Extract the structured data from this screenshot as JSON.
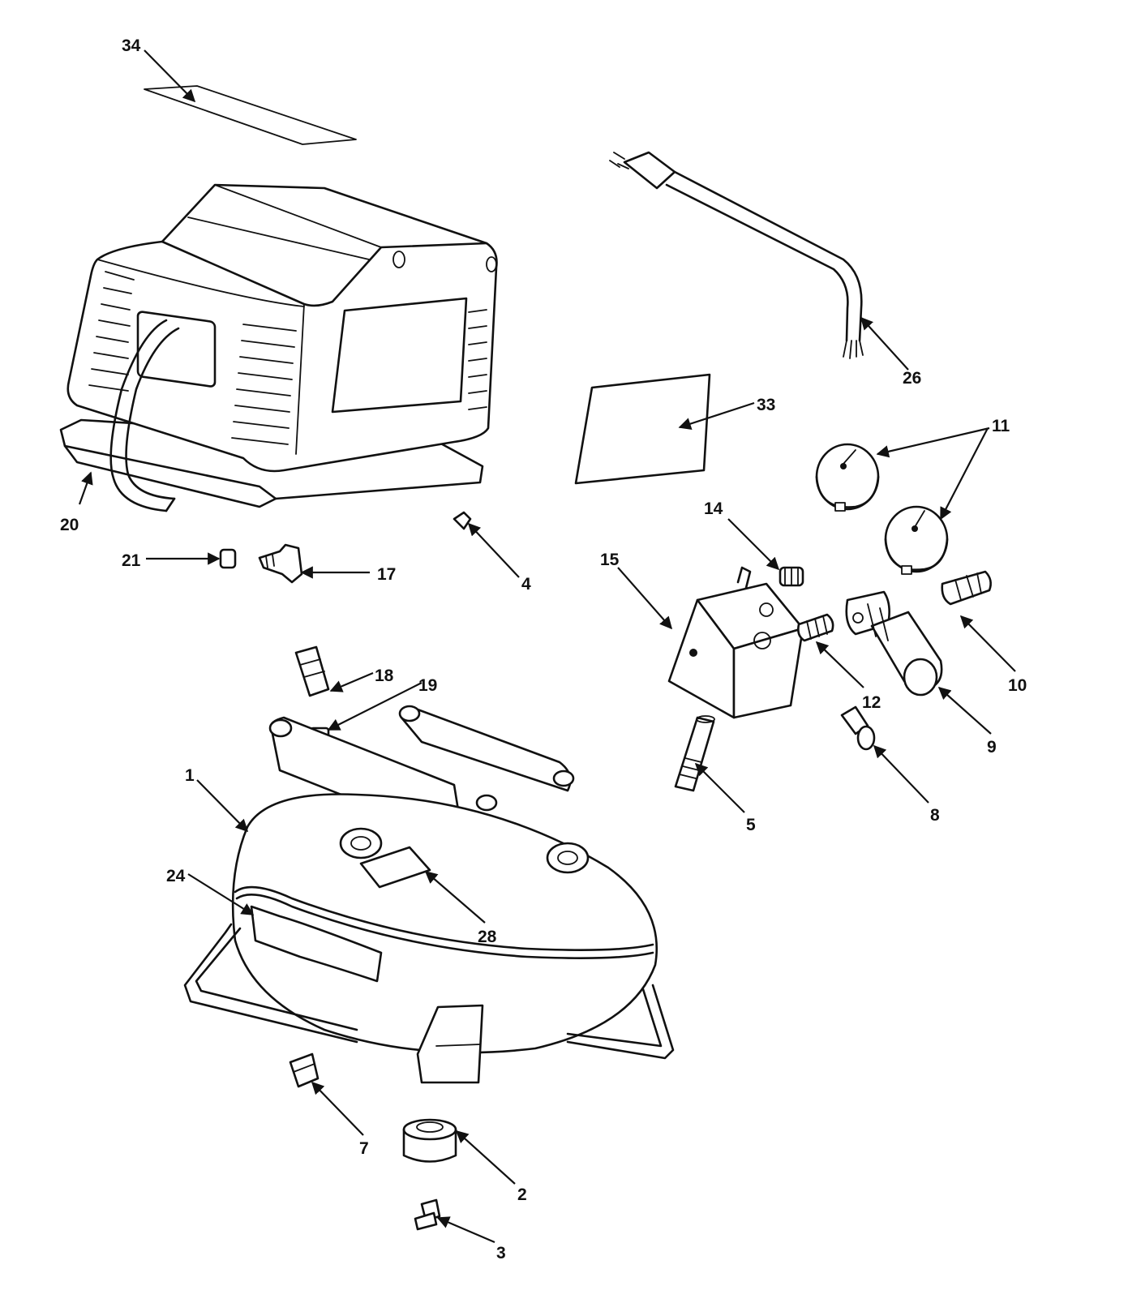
{
  "callouts": [
    {
      "id": "c34",
      "text": "34"
    },
    {
      "id": "c26",
      "text": "26"
    },
    {
      "id": "c33",
      "text": "33"
    },
    {
      "id": "c11",
      "text": "11"
    },
    {
      "id": "c20",
      "text": "20"
    },
    {
      "id": "c21",
      "text": "21"
    },
    {
      "id": "c17",
      "text": "17"
    },
    {
      "id": "c4",
      "text": "4"
    },
    {
      "id": "c14",
      "text": "14"
    },
    {
      "id": "c15",
      "text": "15"
    },
    {
      "id": "c10",
      "text": "10"
    },
    {
      "id": "c12",
      "text": "12"
    },
    {
      "id": "c9",
      "text": "9"
    },
    {
      "id": "c18",
      "text": "18"
    },
    {
      "id": "c19",
      "text": "19"
    },
    {
      "id": "c1",
      "text": "1"
    },
    {
      "id": "c5",
      "text": "5"
    },
    {
      "id": "c8",
      "text": "8"
    },
    {
      "id": "c24",
      "text": "24"
    },
    {
      "id": "c28",
      "text": "28"
    },
    {
      "id": "c7",
      "text": "7"
    },
    {
      "id": "c2",
      "text": "2"
    },
    {
      "id": "c3",
      "text": "3"
    }
  ]
}
